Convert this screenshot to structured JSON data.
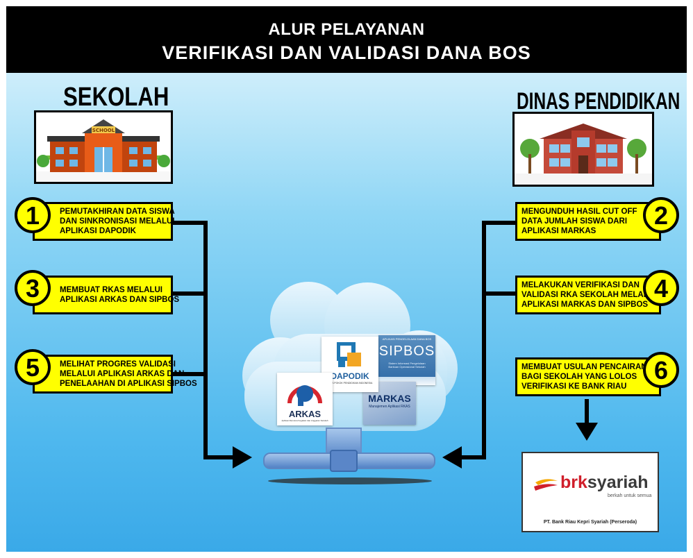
{
  "header": {
    "line1": "ALUR PELAYANAN",
    "line2": "VERIFIKASI DAN VALIDASI DANA BOS"
  },
  "columns": {
    "left_title": "SEKOLAH",
    "right_title": "DINAS PENDIDIKAN"
  },
  "school_sign": "SCHOOL",
  "steps": [
    {
      "number": "1",
      "lines": [
        "PEMUTAKHIRAN DATA SISWA",
        "DAN SINKRONISASI MELALUI",
        "APLIKASI DAPODIK"
      ]
    },
    {
      "number": "2",
      "lines": [
        "MENGUNDUH HASIL CUT OFF",
        "DATA JUMLAH SISWA DARI",
        "APLIKASI MARKAS"
      ]
    },
    {
      "number": "3",
      "lines": [
        "MEMBUAT RKAS MELALUI",
        "APLIKASI ARKAS DAN SIPBOS"
      ]
    },
    {
      "number": "4",
      "lines": [
        "MELAKUKAN VERIFIKASI DAN",
        "VALIDASI RKA SEKOLAH MELALUI",
        "APLIKASI MARKAS DAN SIPBOS"
      ]
    },
    {
      "number": "5",
      "lines": [
        "MELIHAT PROGRES VALIDASI",
        "MELALUI APLIKASI ARKAS DAN",
        "PENELAAHAN DI APLIKASI SIPBOS"
      ]
    },
    {
      "number": "6",
      "lines": [
        "MEMBUAT USULAN PENCAIRAN",
        "BAGI SEKOLAH YANG LOLOS",
        "VERIFIKASI KE BANK RIAU"
      ]
    }
  ],
  "apps": {
    "dapodik": {
      "name": "DAPODIK",
      "tagline": "DATA POKOK PENDIDIKAN INDONESIA"
    },
    "sipbos": {
      "top": "APLIKASI PENGELOLAAN DANA BOS",
      "name": "SIPBOS",
      "sub1": "Sistem Informasi Pengelolaan",
      "sub2": "Bantuan Operasional Sekolah"
    },
    "markas": {
      "name": "MARKAS",
      "sub": "Manajemen Aplikasi RKAS"
    },
    "arkas": {
      "name": "ARKAS",
      "sub": "Aplikasi Rencana Kegiatan dan Anggaran Sekolah"
    }
  },
  "bank": {
    "brand_a": "brk",
    "brand_b": "syariah",
    "tagline": "berkah untuk semua",
    "company": "PT. Bank Riau Kepri Syariah (Perseroda)"
  },
  "colors": {
    "header_bg": "#000000",
    "step_fill": "#ffff00",
    "bank_red": "#d01f2b",
    "bank_yellow": "#f5a800",
    "cloud": "#dff1fb"
  }
}
